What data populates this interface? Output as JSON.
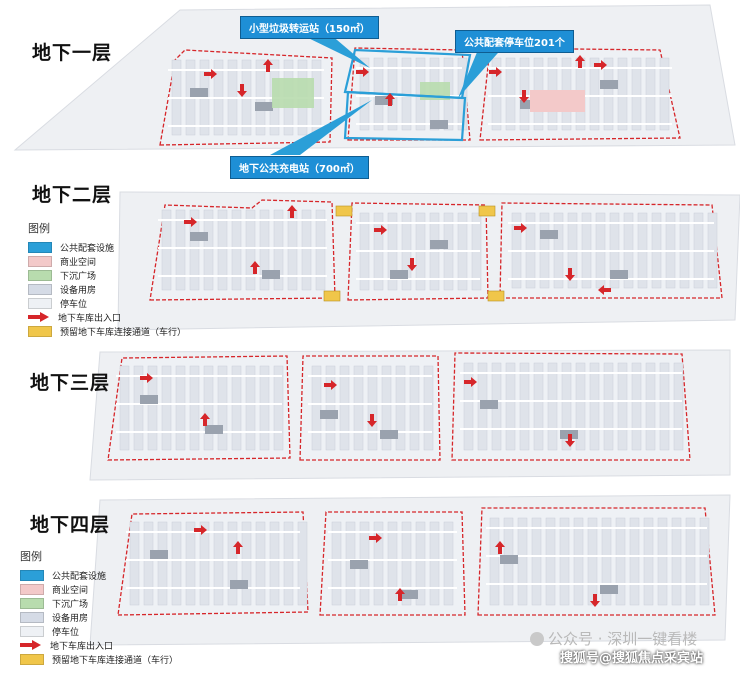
{
  "levels": [
    {
      "title": "地下一层"
    },
    {
      "title": "地下二层"
    },
    {
      "title": "地下三层"
    },
    {
      "title": "地下四层"
    }
  ],
  "callouts": {
    "bike": "小型垃圾转运站（150㎡）",
    "parking": "公共配套停车位201个",
    "charging": "地下公共充电站（700㎡）"
  },
  "legend": {
    "title": "图例",
    "items": [
      {
        "label": "公共配套设施",
        "color": "#2b9fd8"
      },
      {
        "label": "商业空间",
        "color": "#f3c9c9"
      },
      {
        "label": "下沉广场",
        "color": "#b8dcae"
      },
      {
        "label": "设备用房",
        "color": "#d5dbe6"
      },
      {
        "label": "停车位",
        "color": "#eef1f5"
      },
      {
        "label": "地下车库出入口",
        "color": "#d6262a",
        "icon": "red-arrow-icon"
      },
      {
        "label": "预留地下车库连接通道（车行）",
        "color": "#f0c64a"
      }
    ]
  },
  "watermark": {
    "top": "公众号 · 深圳一键看楼",
    "bottom": "搜狐号@搜狐焦点采宾站"
  },
  "colors": {
    "boundary": "#d6262a",
    "public": "#2b9fd8",
    "commercial": "#f3c9c9",
    "plaza": "#b8dcae",
    "equipment": "#d5dbe6",
    "parking": "#eef1f5",
    "connector": "#f0c64a"
  }
}
